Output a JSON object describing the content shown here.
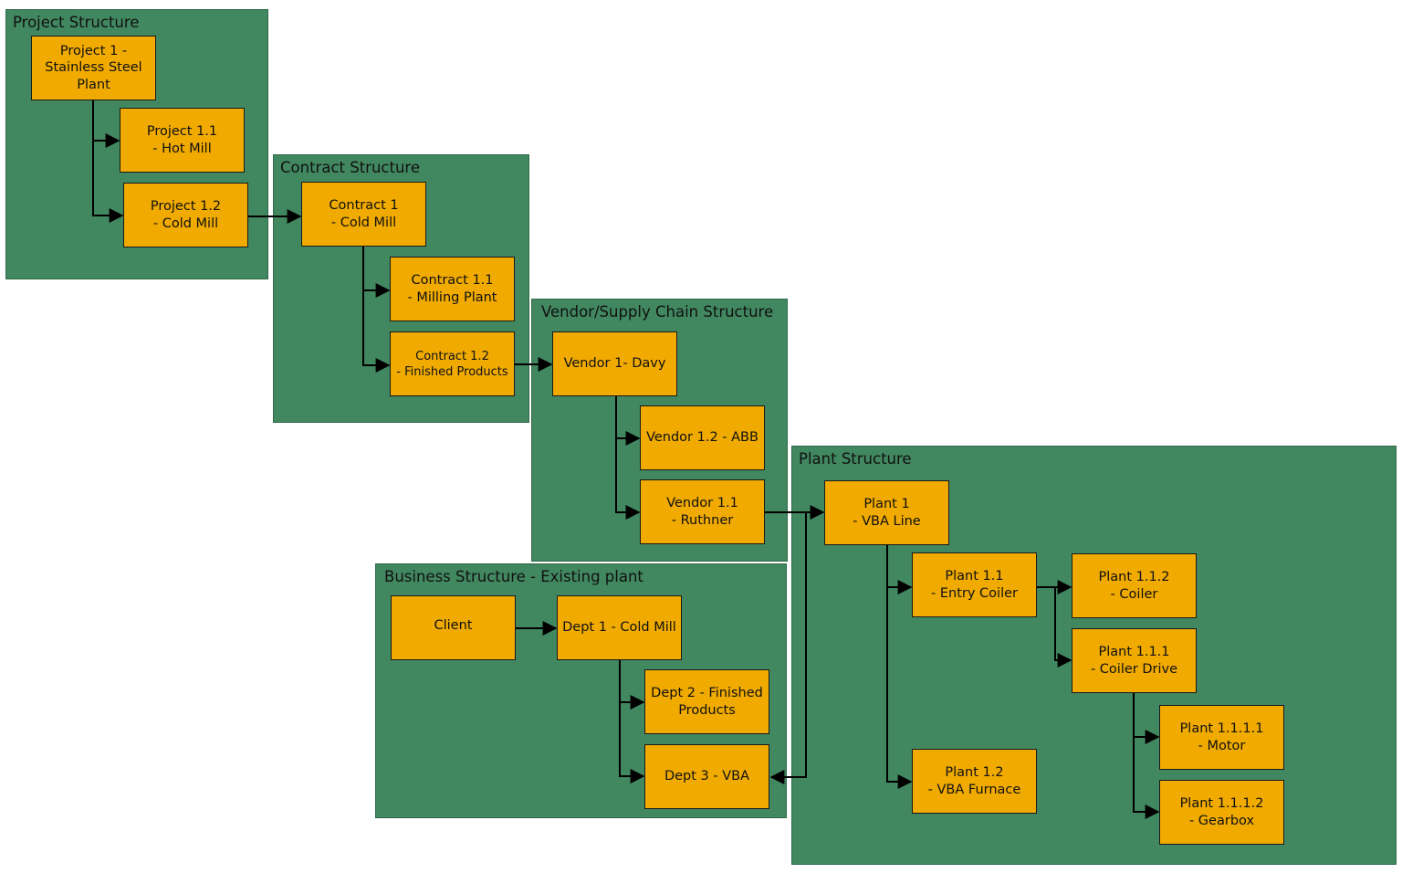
{
  "groups": {
    "project": "Project Structure",
    "contract": "Contract Structure",
    "vendor": "Vendor/Supply Chain Structure",
    "plant": "Plant Structure",
    "business": "Business Structure - Existing plant"
  },
  "nodes": {
    "project_1": "Project 1 -\nStainless Steel\nPlant",
    "project_1_1": "Project 1.1\n- Hot Mill",
    "project_1_2": "Project 1.2\n- Cold Mill",
    "contract_1": "Contract 1\n- Cold Mill",
    "contract_1_1": "Contract 1.1\n- Milling Plant",
    "contract_1_2": "Contract 1.2\n- Finished Products",
    "vendor_1": "Vendor 1- Davy",
    "vendor_1_2": "Vendor 1.2 - ABB",
    "vendor_1_1": "Vendor 1.1\n- Ruthner",
    "plant_1": "Plant 1\n- VBA Line",
    "plant_1_1": "Plant 1.1\n- Entry Coiler",
    "plant_1_1_2": "Plant 1.1.2\n- Coiler",
    "plant_1_1_1": "Plant 1.1.1\n- Coiler Drive",
    "plant_1_1_1_1": "Plant 1.1.1.1\n- Motor",
    "plant_1_1_1_2": "Plant 1.1.1.2\n- Gearbox",
    "plant_1_2": "Plant 1.2\n- VBA Furnace",
    "client": "Client",
    "dept_1": "Dept 1 - Cold Mill",
    "dept_2": "Dept 2 - Finished\nProducts",
    "dept_3": "Dept 3 - VBA"
  },
  "colors": {
    "group_fill": "#41875f",
    "node_fill": "#f0aa00",
    "line": "#000000"
  }
}
